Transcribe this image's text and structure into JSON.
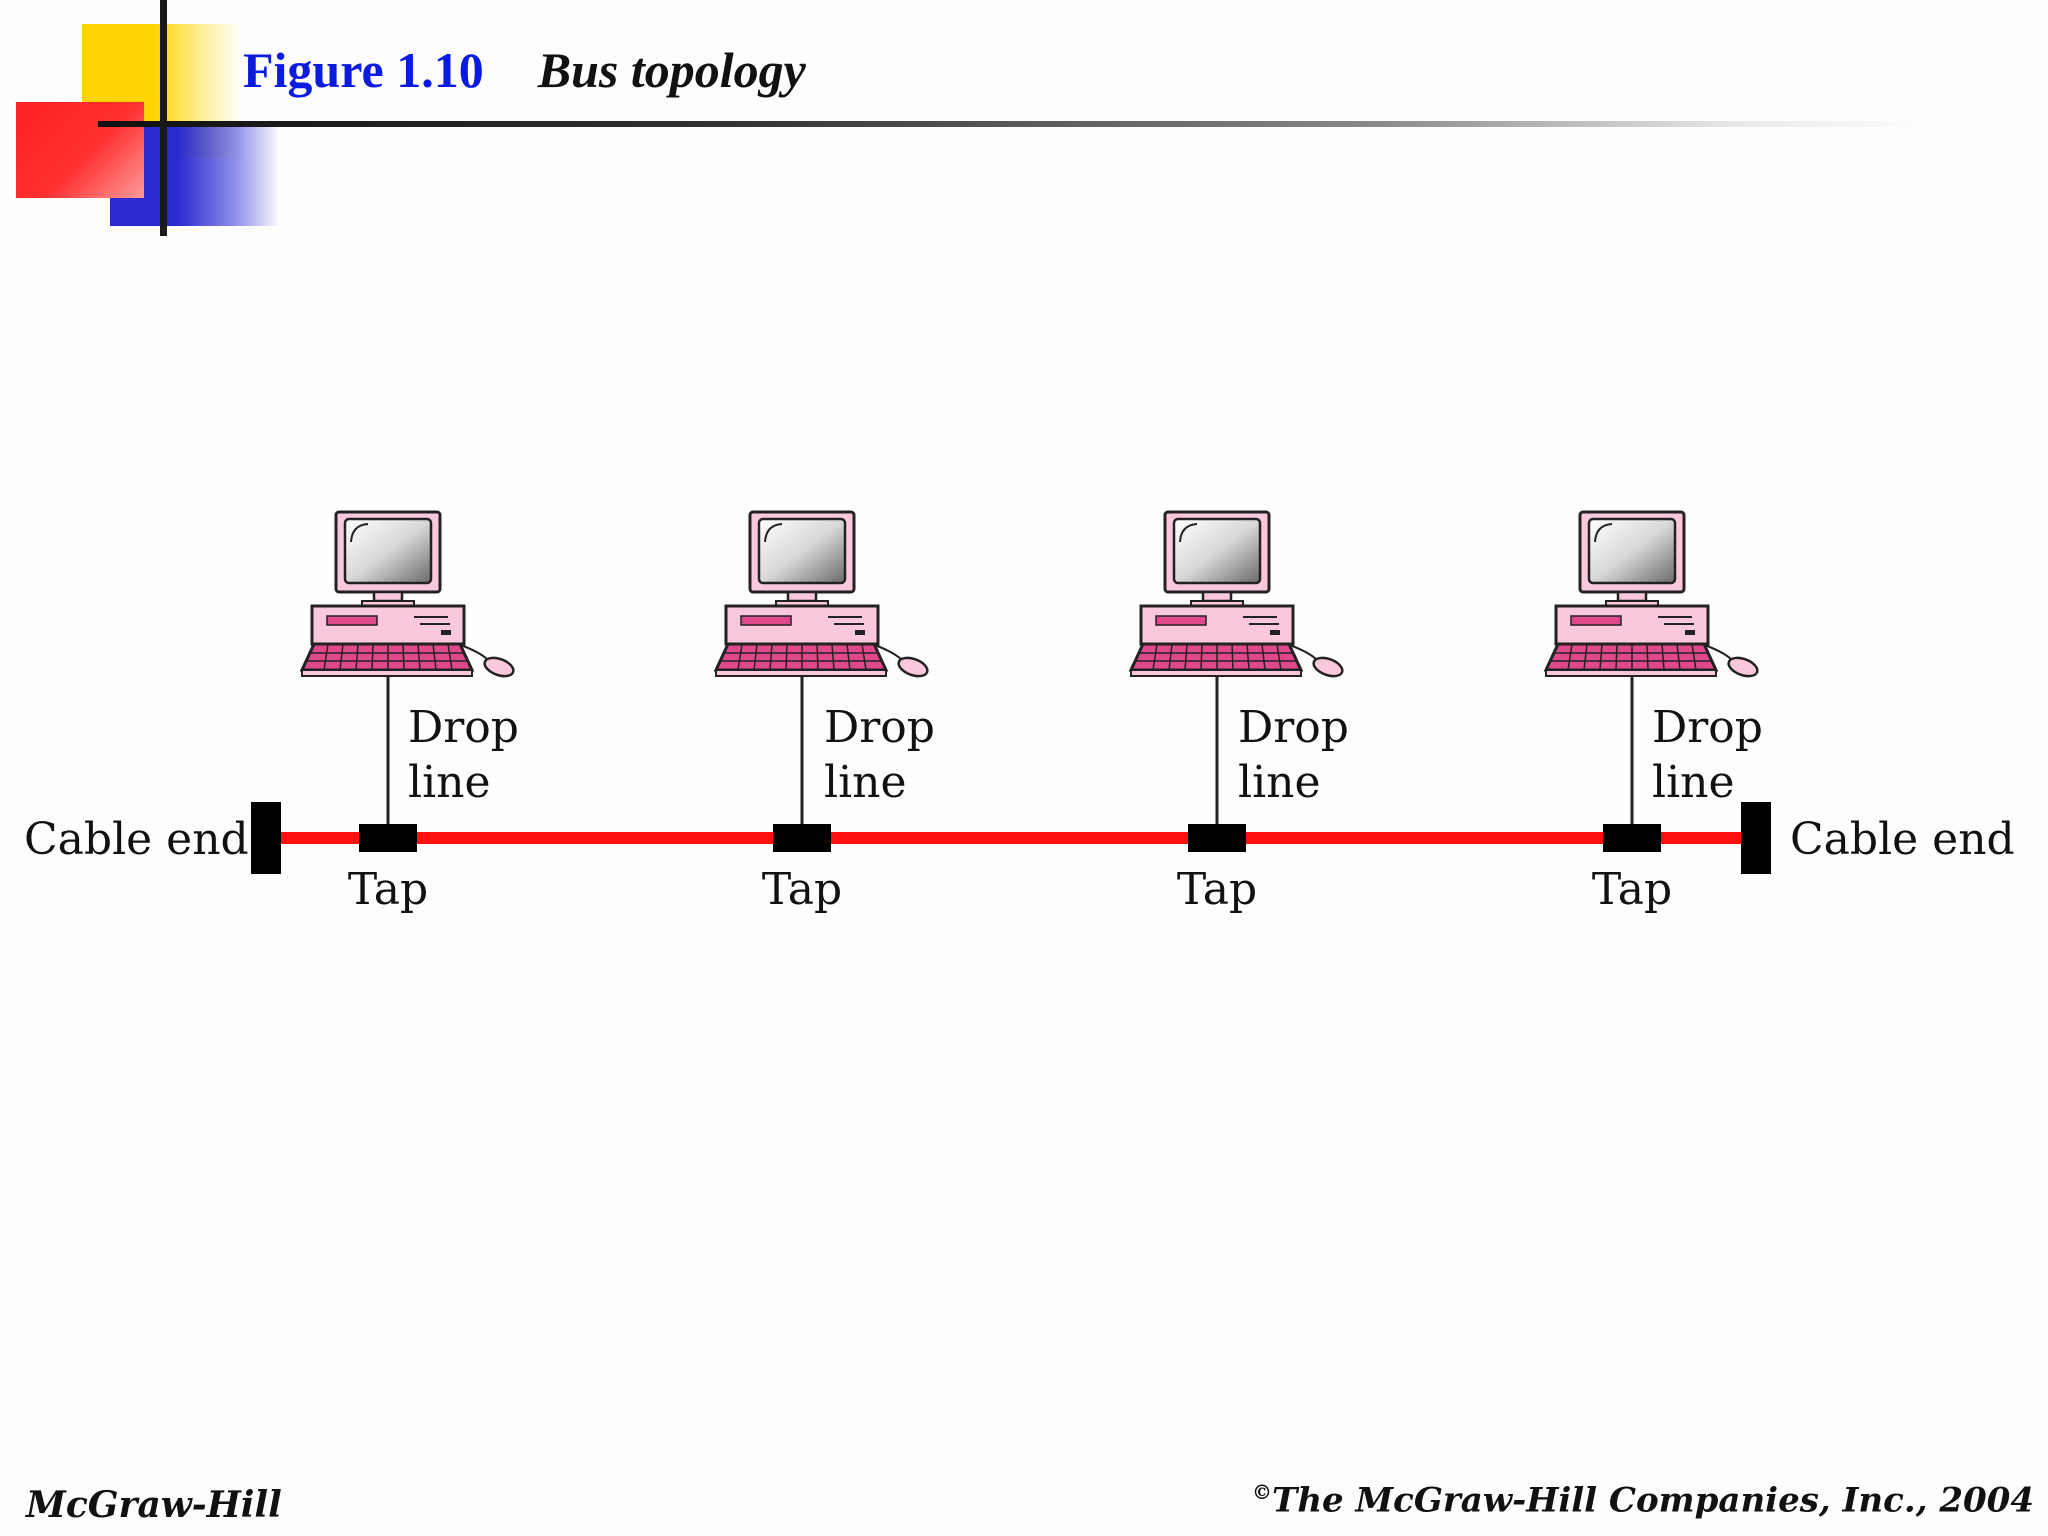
{
  "header": {
    "figure_label": "Figure 1.10",
    "figure_title": "Bus topology"
  },
  "diagram": {
    "cable_end_left": "Cable end",
    "cable_end_right": "Cable end",
    "stations": [
      {
        "drop_line_1": "Drop",
        "drop_line_2": "line",
        "tap": "Tap"
      },
      {
        "drop_line_1": "Drop",
        "drop_line_2": "line",
        "tap": "Tap"
      },
      {
        "drop_line_1": "Drop",
        "drop_line_2": "line",
        "tap": "Tap"
      },
      {
        "drop_line_1": "Drop",
        "drop_line_2": "line",
        "tap": "Tap"
      }
    ],
    "colors": {
      "bus_cable": "#ff1010",
      "computer_fill": "#f9c8dc",
      "computer_accent": "#e0488c"
    }
  },
  "footer": {
    "publisher": "McGraw-Hill",
    "copyright_symbol": "©",
    "copyright": "The McGraw-Hill Companies, Inc., 2004"
  }
}
